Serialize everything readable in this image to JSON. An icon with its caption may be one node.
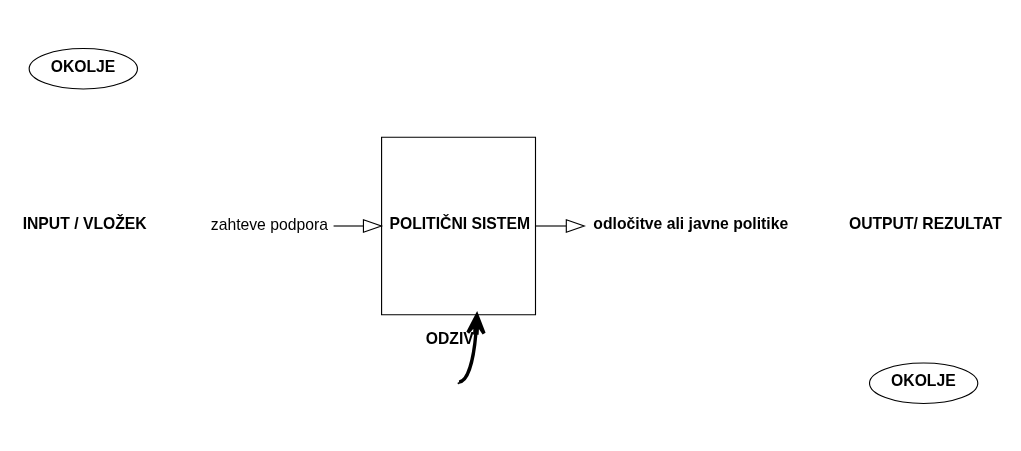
{
  "diagram": {
    "nodes": [
      {
        "text": [
          "OKOLJE"
        ]
      },
      {
        "text": [
          "INPUT / VLOŽEK"
        ]
      },
      {
        "text": [
          "zahteve podpora"
        ]
      },
      {
        "text": [
          "POLITIČNI SISTEM"
        ]
      },
      {
        "text": [
          "odločitve ali javne politike"
        ]
      },
      {
        "text": [
          "OUTPUT/ REZULTAT"
        ]
      },
      {
        "text": [
          "OKOLJE"
        ]
      }
    ],
    "edges": [
      {
        "from": 2,
        "to": 3,
        "arrow": "to"
      },
      {
        "from": 3,
        "to": 4,
        "arrow": "to"
      },
      {
        "from": null,
        "to": 3,
        "arrow": "to",
        "label": "ODZIV",
        "style": "thick"
      }
    ]
  }
}
